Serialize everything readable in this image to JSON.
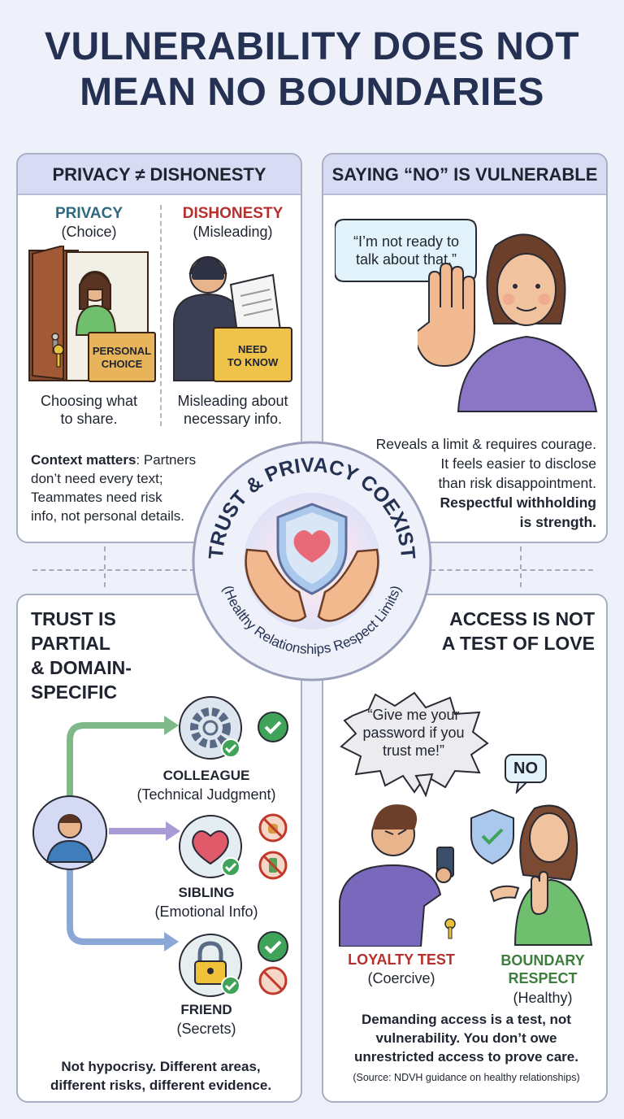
{
  "title": {
    "line1": "VULNERABILITY DOES NOT",
    "line2": "MEAN NO BOUNDARIES"
  },
  "privacy_panel": {
    "heading": "PRIVACY ≠ DISHONESTY",
    "privacy_label": "PRIVACY",
    "privacy_sub": "(Choice)",
    "box_label_1": "PERSONAL",
    "box_label_2": "CHOICE",
    "privacy_caption_1": "Choosing what",
    "privacy_caption_2": "to share.",
    "dishonesty_label": "DISHONESTY",
    "dishonesty_sub": "(Misleading)",
    "folder_label_1": "NEED",
    "folder_label_2": "TO KNOW",
    "dishonesty_caption_1": "Misleading about",
    "dishonesty_caption_2": "necessary info.",
    "context_bold": "Context matters",
    "context_1": ": Partners",
    "context_2": "don’t need every text;",
    "context_3": "Teammates need risk",
    "context_4": "info, not personal details."
  },
  "no_panel": {
    "heading": "SAYING “NO” IS VULNERABLE",
    "speech_1": "“I’m not ready to",
    "speech_2": "talk about that.”",
    "text_1": "Reveals a limit & requires courage.",
    "text_2": "It feels easier to disclose",
    "text_3": "than risk disappointment.",
    "bold_1": "Respectful withholding",
    "bold_2": "is strength."
  },
  "center_badge": {
    "arc_top": "TRUST & PRIVACY COEXIST",
    "arc_bottom": "(Healthy Relationships Respect Limits)"
  },
  "trust_panel": {
    "heading_1": "TRUST IS PARTIAL",
    "heading_2": "& DOMAIN-",
    "heading_3": "SPECIFIC",
    "colleague": "COLLEAGUE",
    "colleague_sub": "(Technical Judgment)",
    "sibling": "SIBLING",
    "sibling_sub": "(Emotional Info)",
    "friend": "FRIEND",
    "friend_sub": "(Secrets)",
    "footer_1": "Not hypocrisy. Different areas,",
    "footer_2": "different risks, different evidence."
  },
  "access_panel": {
    "heading_1": "ACCESS IS NOT",
    "heading_2": "A TEST OF LOVE",
    "bubble_1": "“Give me your",
    "bubble_2": "password if you",
    "bubble_3": "trust me!”",
    "no_bubble": "NO",
    "loyalty": "LOYALTY TEST",
    "loyalty_sub": "(Coercive)",
    "boundary_1": "BOUNDARY",
    "boundary_2": "RESPECT",
    "boundary_sub": "(Healthy)",
    "footer_1": "Demanding access is a test, not",
    "footer_2": "vulnerability. You don’t owe",
    "footer_3": "unrestricted access to prove care.",
    "source": "(Source: NDVH guidance on healthy relationships)"
  },
  "colors": {
    "heading_navy": "#243152",
    "accent_red": "#b63030",
    "accent_teal": "#2f6b80",
    "accent_green": "#3d7d3d",
    "panel_header": "#d7dbf3"
  }
}
